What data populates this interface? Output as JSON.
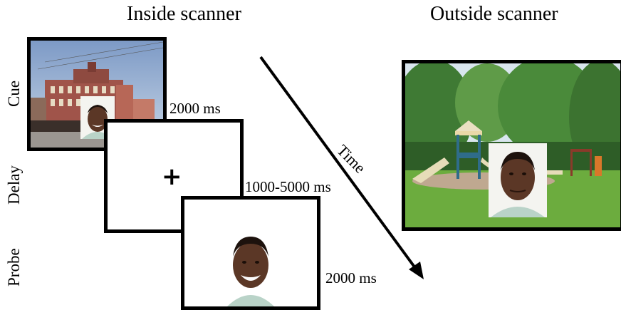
{
  "headings": {
    "inside": "Inside scanner",
    "outside": "Outside scanner"
  },
  "phases": [
    {
      "label": "Cue",
      "duration": "2000 ms"
    },
    {
      "label": "Delay",
      "duration": "1000-5000 ms"
    },
    {
      "label": "Probe",
      "duration": "2000 ms"
    }
  ],
  "fixation": "+",
  "arrow": {
    "label": "Time"
  }
}
